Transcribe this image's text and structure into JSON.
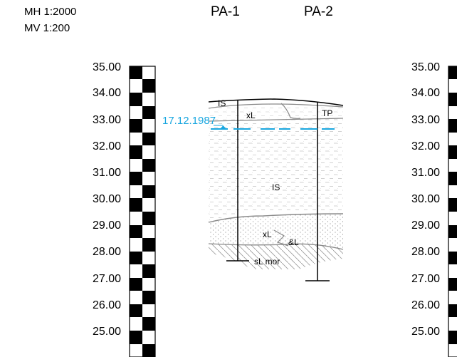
{
  "scales": {
    "horizontal": "MH 1:2000",
    "vertical": "MV 1:200"
  },
  "boreholes": [
    {
      "id": "PA-1"
    },
    {
      "id": "PA-2"
    }
  ],
  "elevation_ticks": [
    "35.00",
    "34.00",
    "33.00",
    "32.00",
    "31.00",
    "30.00",
    "29.00",
    "28.00",
    "27.00",
    "26.00",
    "25.00"
  ],
  "water_level_date": "17.12.1987",
  "soil_labels": {
    "top_left": "IS",
    "upper_layer": "xL",
    "topsoil": "TP",
    "main_sand": "IS",
    "lower_left": "xL",
    "lower_right": "&L",
    "bottom": "sL mor"
  },
  "colors": {
    "water_level": "#1aa7e0",
    "layer_line": "#8a8a8a",
    "ruler_black": "#000000"
  }
}
